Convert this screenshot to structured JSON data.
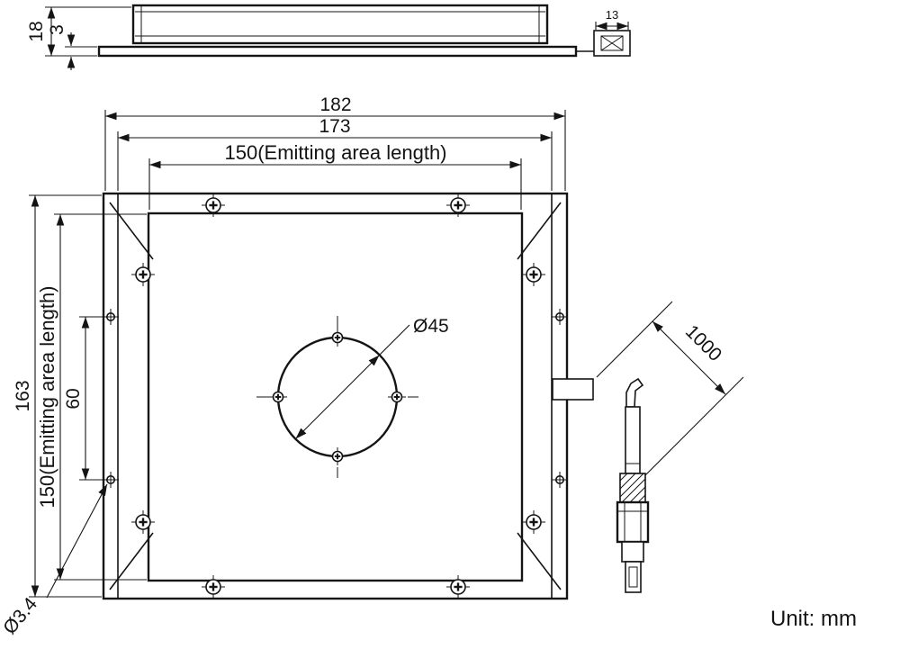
{
  "drawing": {
    "unit_label": "Unit: mm",
    "side_view": {
      "overall_thickness": "18",
      "plate_thickness": "3",
      "connector_width": "13"
    },
    "front_view": {
      "overall_width": "182",
      "body_width": "173",
      "emitting_area_width": "150(Emitting area length)",
      "overall_height": "163",
      "emitting_area_height": "150(Emitting area length)",
      "hole_pitch": "60",
      "center_hole": "Ø45",
      "mounting_hole": "Ø3.4"
    },
    "cable": {
      "length": "1000"
    },
    "colors": {
      "line": "#141414",
      "background": "#ffffff"
    }
  }
}
